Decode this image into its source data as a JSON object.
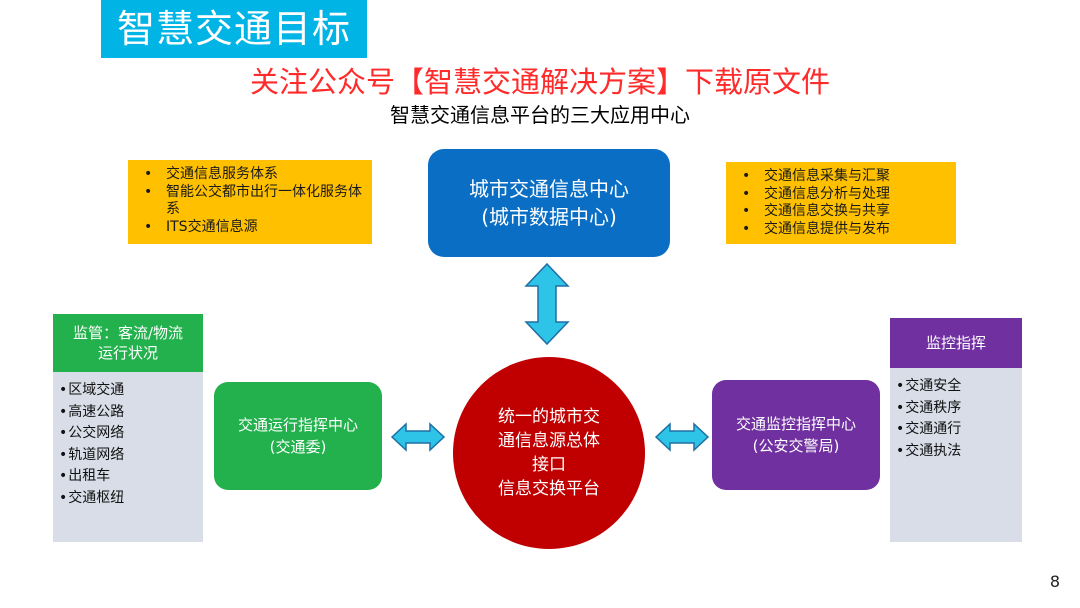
{
  "header": {
    "title": "智慧交通目标",
    "promo": "关注公众号【智慧交通解决方案】下载原文件",
    "subtitle": "智慧交通信息平台的三大应用中心"
  },
  "top_left_box": {
    "items": [
      "交通信息服务体系",
      "智能公交都市出行一体化服务体系",
      "ITS交通信息源"
    ]
  },
  "top_right_box": {
    "items": [
      "交通信息采集与汇聚",
      "交通信息分析与处理",
      "交通信息交换与共享",
      "交通信息提供与发布"
    ]
  },
  "city_center": {
    "line1": "城市交通信息中心",
    "line2": "(城市数据中心)"
  },
  "hub": {
    "line1": "统一的城市交",
    "line2": "通信息源总体",
    "line3": "接口",
    "line4": "信息交换平台"
  },
  "operation_center": {
    "line1": "交通运行指挥中心",
    "line2": "(交通委)"
  },
  "monitor_center": {
    "line1": "交通监控指挥中心",
    "line2": "(公安交警局)"
  },
  "left_panel": {
    "header_line1": "监管：客流/物流",
    "header_line2": "运行状况",
    "items": [
      "区域交通",
      "高速公路",
      "公交网络",
      "轨道网络",
      "出租车",
      "交通枢纽"
    ]
  },
  "right_panel": {
    "header": "监控指挥",
    "items": [
      "交通安全",
      "交通秩序",
      "交通通行",
      "交通执法"
    ]
  },
  "colors": {
    "title_bg": "#00b4e6",
    "promo_text": "#ff2a2a",
    "yellow": "#ffc000",
    "blue": "#0a6fc4",
    "green": "#22b14c",
    "purple": "#7030a0",
    "red": "#c00000",
    "arrow": "#2ec4e8",
    "panel_bg": "#d8dde8"
  },
  "page_number": "8"
}
